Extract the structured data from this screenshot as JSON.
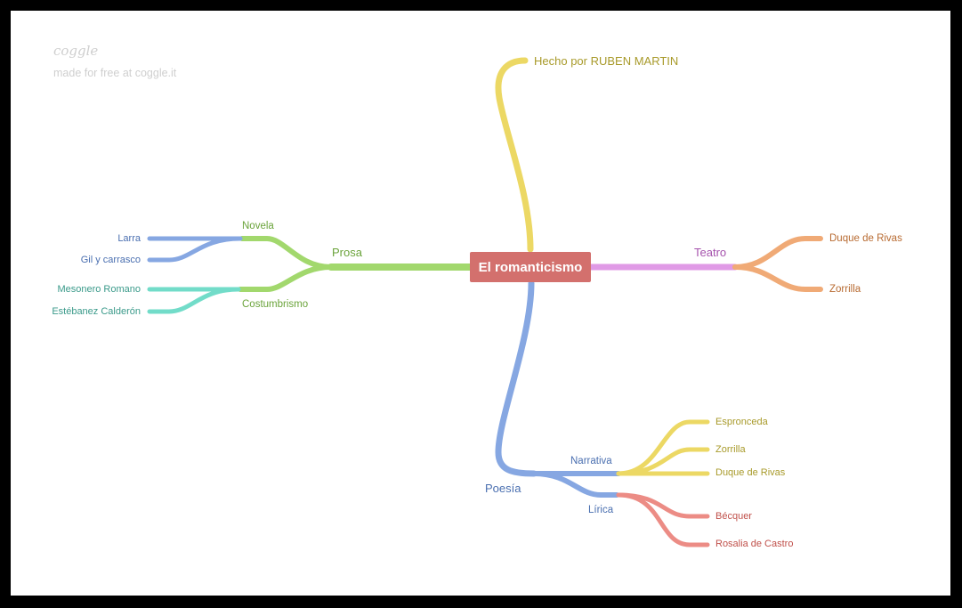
{
  "watermark": {
    "logo": "coggle",
    "tagline": "made for free at coggle.it"
  },
  "colors": {
    "central": "#d3706d",
    "yellow": "#ecd864",
    "green": "#a2d86d",
    "blue": "#86a7e2",
    "teal": "#72dcc9",
    "purple": "#e09ae6",
    "orange": "#f0aa76",
    "salmon": "#ec8c85"
  },
  "central": "El romanticismo",
  "nodes": {
    "author": "Hecho por RUBEN MARTIN",
    "prosa": "Prosa",
    "novela": "Novela",
    "larra": "Larra",
    "gil": "Gil y carrasco",
    "costumbrismo": "Costumbrismo",
    "mesonero": "Mesonero Romano",
    "estebanez": "Estébanez Calderón",
    "teatro": "Teatro",
    "duque_teatro": "Duque de Rivas",
    "zorrilla_teatro": "Zorrilla",
    "poesia": "Poesía",
    "narrativa": "Narrativa",
    "espronceda": "Espronceda",
    "zorrilla_narr": "Zorrilla",
    "duque_narr": "Duque de Rivas",
    "lirica": "Lírica",
    "becquer": "Bécquer",
    "rosalia": "Rosalia de Castro"
  }
}
